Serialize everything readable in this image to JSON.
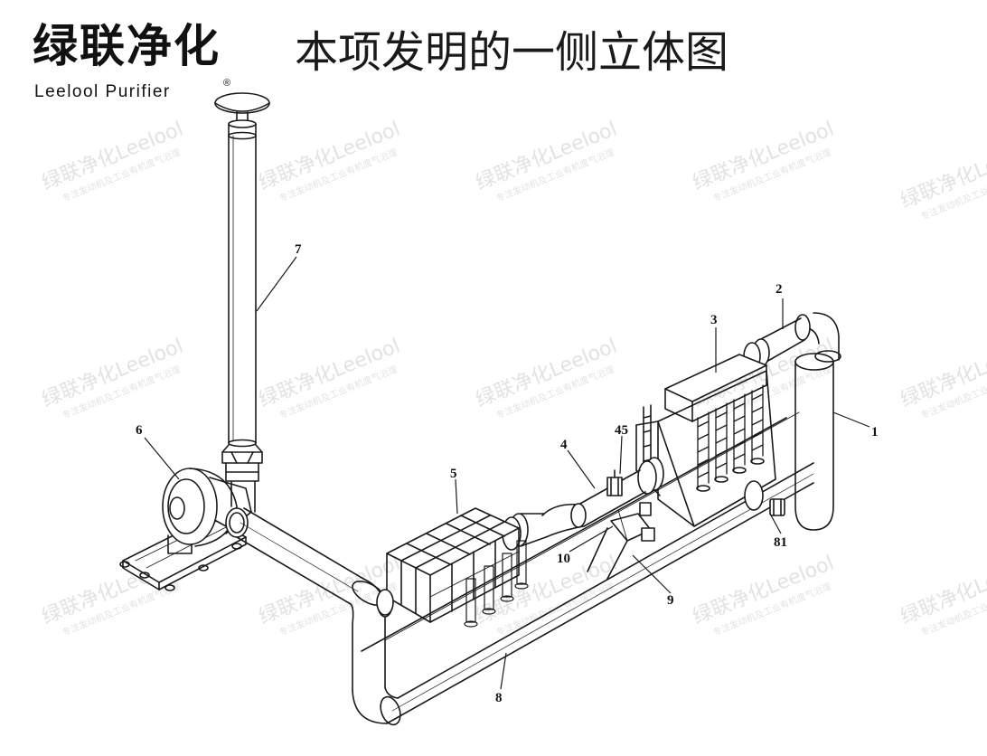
{
  "brand": {
    "name_cn": "绿联净化",
    "name_en": "Leelool Purifier",
    "registered_mark": "®"
  },
  "title": "本项发明的一侧立体图",
  "watermark": {
    "main": "绿联净化Leelool",
    "sub": "专注发动机及工业有机废气治理"
  },
  "callouts": [
    "1",
    "2",
    "3",
    "4",
    "45",
    "5",
    "6",
    "7",
    "8",
    "81",
    "9",
    "10"
  ]
}
